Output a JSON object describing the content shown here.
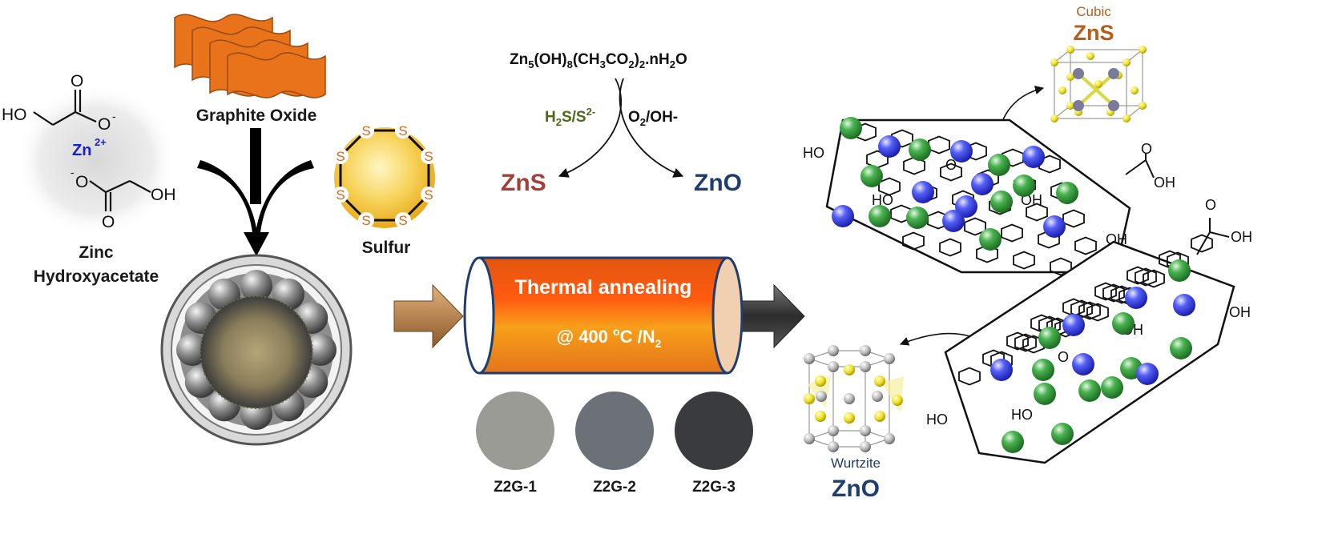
{
  "left": {
    "zinc_label_line1": "Zinc",
    "zinc_label_line2": "Hydroxyacetate",
    "zn_ion": "Zn",
    "zn_charge": "2+",
    "ho_label": "HO",
    "oh_label": "OH",
    "o_label": "O",
    "o_minus": "O",
    "minus": "-",
    "graphite_label": "Graphite Oxide",
    "sulfur_label": "Sulfur",
    "s_atom": "S"
  },
  "reaction": {
    "precursor_parts": [
      "Zn",
      "5",
      "(OH)",
      "8",
      "(CH",
      "3",
      "CO",
      "2",
      ")",
      "2",
      ".nH",
      "2",
      "O"
    ],
    "left_reagent": "H",
    "left_reagent_sub": "2",
    "left_reagent_rest": "S/S",
    "left_reagent_sup": "2-",
    "right_reagent": "O",
    "right_reagent_sub": "2",
    "right_reagent_rest": "/OH-",
    "product_left": "ZnS",
    "product_right": "ZnO"
  },
  "furnace": {
    "title": "Thermal annealing",
    "cond_prefix": "@ 400 ",
    "cond_sup": "o",
    "cond_mid": "C /N",
    "cond_sub": "2"
  },
  "samples": [
    {
      "label": "Z2G-1",
      "color": "#9a9b95"
    },
    {
      "label": "Z2G-2",
      "color": "#6c7077"
    },
    {
      "label": "Z2G-3",
      "color": "#3a3b3e"
    }
  ],
  "right": {
    "cubic_caption": "Cubic",
    "cubic_name": "ZnS",
    "wurtzite_caption": "Wurtzite",
    "wurtzite_name": "ZnO",
    "ho": "HO",
    "oh": "OH",
    "o": "O"
  },
  "colors": {
    "orange_sheet": "#e8731a",
    "zns_red": "#a3403a",
    "zno_navy": "#1f3d6e",
    "cubic_brown": "#b85c1a",
    "blue_atom": "#3a43e0",
    "green_atom": "#2e9a3a",
    "reagent_green": "#4a6a1a"
  }
}
